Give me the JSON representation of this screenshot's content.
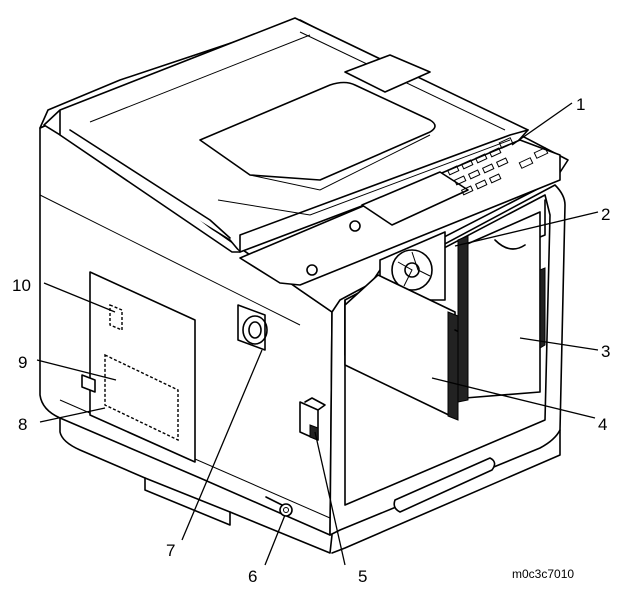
{
  "reference_code": "m0c3c7010",
  "callouts": [
    {
      "id": "1",
      "label": "1"
    },
    {
      "id": "2",
      "label": "2"
    },
    {
      "id": "3",
      "label": "3"
    },
    {
      "id": "4",
      "label": "4"
    },
    {
      "id": "5",
      "label": "5"
    },
    {
      "id": "6",
      "label": "6"
    },
    {
      "id": "7",
      "label": "7"
    },
    {
      "id": "8",
      "label": "8"
    },
    {
      "id": "9",
      "label": "9"
    },
    {
      "id": "10",
      "label": "10"
    }
  ]
}
